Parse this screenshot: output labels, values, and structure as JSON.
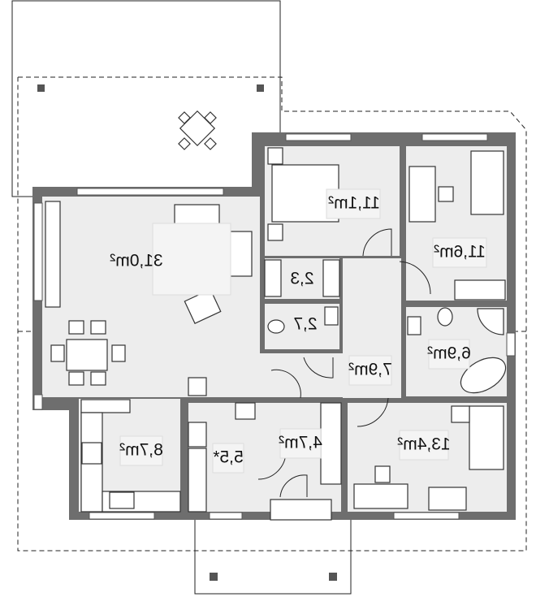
{
  "plan": {
    "rooms": [
      {
        "id": "living",
        "area": "31,0m²"
      },
      {
        "id": "bedroom-1",
        "area": "11,1m²"
      },
      {
        "id": "bedroom-2",
        "area": "11,6m²"
      },
      {
        "id": "closet",
        "area": "2,3"
      },
      {
        "id": "wc",
        "area": "2,7"
      },
      {
        "id": "bathroom",
        "area": "6,9m²"
      },
      {
        "id": "hall",
        "area": "7,9m²"
      },
      {
        "id": "kitchen",
        "area": "8,7m²"
      },
      {
        "id": "pantry",
        "area": "5,5*"
      },
      {
        "id": "vestibule",
        "area": "4,7m²"
      },
      {
        "id": "bedroom-3",
        "area": "13,4m²"
      }
    ],
    "colors": {
      "wall": "#6e6e6e",
      "floor": "#ededed"
    }
  }
}
